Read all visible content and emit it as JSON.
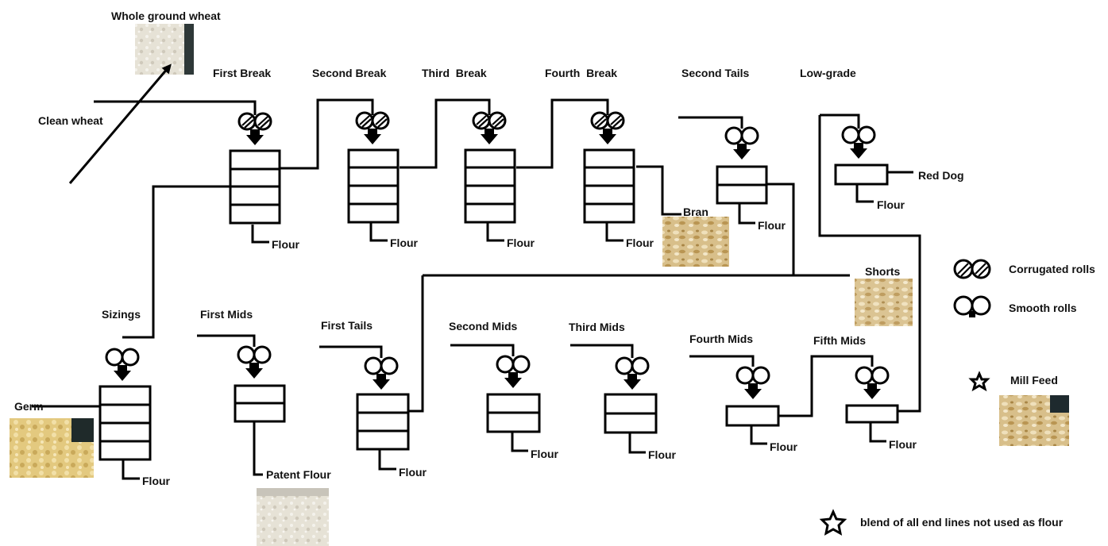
{
  "diagram": {
    "input": {
      "whole_ground_wheat": "Whole ground wheat",
      "clean_wheat": "Clean wheat"
    },
    "break_system": [
      {
        "label": "First Break",
        "roll": "corrugated",
        "output": "Flour"
      },
      {
        "label": "Second Break",
        "roll": "corrugated",
        "output": "Flour"
      },
      {
        "label": "Third  Break",
        "roll": "corrugated",
        "output": "Flour"
      },
      {
        "label": "Fourth  Break",
        "roll": "corrugated",
        "output": "Flour"
      },
      {
        "label": "Second Tails",
        "roll": "smooth",
        "output": "Flour"
      },
      {
        "label": "Low-grade",
        "roll": "smooth",
        "output": "Flour"
      }
    ],
    "reduction_system": [
      {
        "label": "Sizings",
        "roll": "smooth",
        "output": "Flour"
      },
      {
        "label": "First Mids",
        "roll": "smooth",
        "output": "Patent Flour"
      },
      {
        "label": "First Tails",
        "roll": "smooth",
        "output": "Flour"
      },
      {
        "label": "Second Mids",
        "roll": "smooth",
        "output": "Flour"
      },
      {
        "label": "Third Mids",
        "roll": "smooth",
        "output": "Flour"
      },
      {
        "label": "Fourth Mids",
        "roll": "smooth",
        "output": "Flour"
      },
      {
        "label": "Fifth Mids",
        "roll": "smooth",
        "output": "Flour"
      }
    ],
    "byproducts": {
      "bran": "Bran",
      "shorts": "Shorts",
      "red_dog": "Red Dog",
      "germ": "Germ"
    },
    "legend": {
      "corrugated": "Corrugated rolls",
      "smooth": "Smooth rolls",
      "mill_feed": "Mill Feed",
      "note": "blend of all end lines not used as flour"
    },
    "colors": {
      "line": "#000000",
      "white_flour_photo": "#ddd9cf",
      "bran_photo": "#cdb07a",
      "germ_photo": "#e0c77a",
      "dark_background": "#2b2b2b"
    }
  }
}
